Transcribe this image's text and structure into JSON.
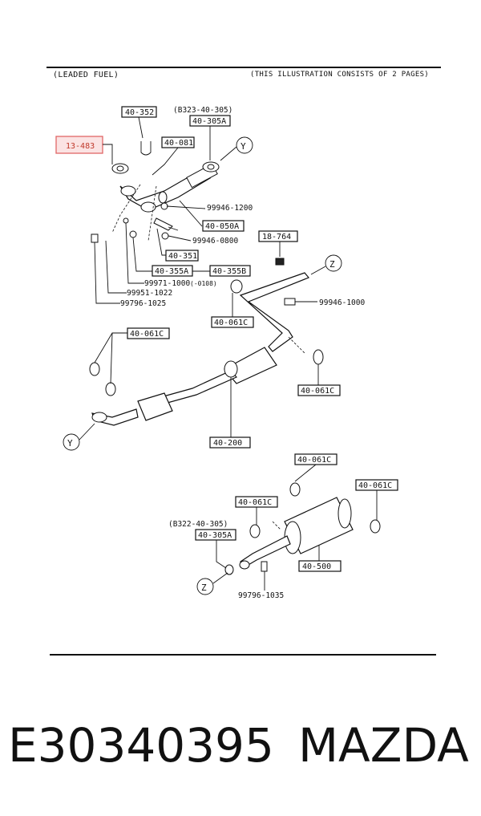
{
  "header": {
    "left": "(LEADED FUEL)",
    "right": "(THIS ILLUSTRATION CONSISTS OF  2 PAGES)"
  },
  "parts": {
    "p40_352": "40-352",
    "p40_305A_top": "40-305A",
    "p13_483": "13-483",
    "p40_081": "40-081",
    "p40_050A": "40-050A",
    "p18_764": "18-764",
    "p40_351": "40-351",
    "p40_355A": "40-355A",
    "p40_355B": "40-355B",
    "p40_061C_a": "40-061C",
    "p40_061C_b": "40-061C",
    "p40_061C_c": "40-061C",
    "p40_200": "40-200",
    "p40_061C_d": "40-061C",
    "p40_061C_e": "40-061C",
    "p40_061C_f": "40-061C",
    "p40_305A_bottom": "40-305A",
    "p40_500": "40-500"
  },
  "labels": {
    "b8323": "(B323-40-305)",
    "b8322": "(B322-40-305)",
    "n99946_1200": "99946-1200",
    "n99946_0800": "99946-0800",
    "n99971_1000": "99971-1000",
    "n99971_suffix": "(-0108)",
    "n99951_1022": "99951-1022",
    "n99796_1025": "99796-1025",
    "n99946_1000": "99946-1000",
    "n99796_1035": "99796-1035",
    "ref_y": "Y",
    "ref_z": "Z"
  },
  "footer": {
    "part_number": "E30340395",
    "brand": "MAZDA"
  }
}
